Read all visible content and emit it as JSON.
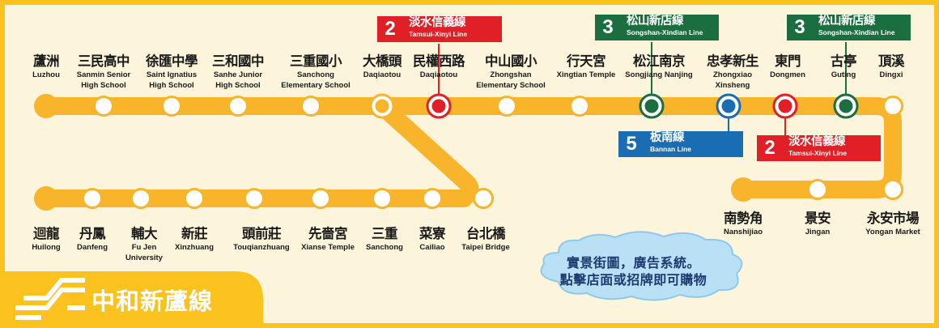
{
  "line_name": "中和新蘆線",
  "notice": {
    "line1": "實景街圖，廣告系統。",
    "line2": "點擊店面或招牌即可購物"
  },
  "colors": {
    "line": "#f8b52b",
    "line_bright": "#fcc21f",
    "background": "#fdf4dc",
    "tamsui_xinyi": "#e01f26",
    "songshan_xindian": "#1b6e3f",
    "bannan": "#1a6db3",
    "notice_text": "#1d3a70",
    "cloud": "#b9e0f5"
  },
  "transfer_lines": [
    {
      "num": "2",
      "zh": "淡水信義線",
      "en": "Tamsui-Xinyi Line",
      "color": "red"
    },
    {
      "num": "3",
      "zh": "松山新店線",
      "en": "Songshan-Xindian Line",
      "color": "green"
    },
    {
      "num": "3",
      "zh": "松山新店線",
      "en": "Songshan-Xindian Line",
      "color": "green"
    },
    {
      "num": "5",
      "zh": "板南線",
      "en": "Bannan Line",
      "color": "blue"
    },
    {
      "num": "2",
      "zh": "淡水信義線",
      "en": "Tamsui-Xinyi Line",
      "color": "red"
    }
  ],
  "stations": [
    {
      "id": "luzhou",
      "zh": "蘆洲",
      "en": [
        "Luzhou"
      ],
      "marker": "terminal"
    },
    {
      "id": "sanmin-senior-high",
      "zh": "三民高中",
      "en": [
        "Sanmin Senior",
        "High School"
      ],
      "marker": "normal"
    },
    {
      "id": "st-ignatius",
      "zh": "徐匯中學",
      "en": [
        "Saint Ignatius",
        "High School"
      ],
      "marker": "normal"
    },
    {
      "id": "sanhe-junior-high",
      "zh": "三和國中",
      "en": [
        "Sanhe Junior",
        "High School"
      ],
      "marker": "normal"
    },
    {
      "id": "sanchong-elementary",
      "zh": "三重國小",
      "en": [
        "Sanchong",
        "Elementary School"
      ],
      "marker": "normal"
    },
    {
      "id": "daqiaotou",
      "zh": "大橋頭",
      "en": [
        "Daqiaotou"
      ],
      "marker": "junction"
    },
    {
      "id": "minquan-w-rd",
      "zh": "民權西路",
      "en": [
        "Daqiaotou"
      ],
      "marker": "tamsui-xinyi"
    },
    {
      "id": "zhongshan-elementary",
      "zh": "中山國小",
      "en": [
        "Zhongshan",
        "Elementary School"
      ],
      "marker": "normal"
    },
    {
      "id": "xingtian-temple",
      "zh": "行天宮",
      "en": [
        "Xingtian Temple"
      ],
      "marker": "normal"
    },
    {
      "id": "songjiang-nanjing",
      "zh": "松江南京",
      "en": [
        "Songjiang Nanjing"
      ],
      "marker": "songshan-xindian"
    },
    {
      "id": "zhongxiao-xinsheng",
      "zh": "忠孝新生",
      "en": [
        "Zhongxiao",
        "Xinsheng"
      ],
      "marker": "bannan"
    },
    {
      "id": "dongmen",
      "zh": "東門",
      "en": [
        "Dongmen"
      ],
      "marker": "tamsui-xinyi"
    },
    {
      "id": "guting",
      "zh": "古亭",
      "en": [
        "Guting"
      ],
      "marker": "songshan-xindian"
    },
    {
      "id": "dingxi",
      "zh": "頂溪",
      "en": [
        "Dingxi"
      ],
      "marker": "normal"
    },
    {
      "id": "yongan-market",
      "zh": "永安市場",
      "en": [
        "Yongan Market"
      ],
      "marker": "normal"
    },
    {
      "id": "jingan",
      "zh": "景安",
      "en": [
        "Jingan"
      ],
      "marker": "normal"
    },
    {
      "id": "nanshijiao",
      "zh": "南勢角",
      "en": [
        "Nanshijiao"
      ],
      "marker": "terminal"
    },
    {
      "id": "huilong",
      "zh": "迴龍",
      "en": [
        "Huilong"
      ],
      "marker": "terminal"
    },
    {
      "id": "danfeng",
      "zh": "丹鳳",
      "en": [
        "Danfeng"
      ],
      "marker": "normal"
    },
    {
      "id": "fu-jen-university",
      "zh": "輔大",
      "en": [
        "Fu Jen",
        "University"
      ],
      "marker": "normal"
    },
    {
      "id": "xinzhuang",
      "zh": "新莊",
      "en": [
        "Xinzhuang"
      ],
      "marker": "normal"
    },
    {
      "id": "touqianzhuang",
      "zh": "頭前莊",
      "en": [
        "Touqianzhuang"
      ],
      "marker": "normal"
    },
    {
      "id": "xianse-temple",
      "zh": "先嗇宮",
      "en": [
        "Xianse Temple"
      ],
      "marker": "normal"
    },
    {
      "id": "sanchong",
      "zh": "三重",
      "en": [
        "Sanchong"
      ],
      "marker": "normal"
    },
    {
      "id": "cailiao",
      "zh": "菜寮",
      "en": [
        "Cailiao"
      ],
      "marker": "normal"
    },
    {
      "id": "taipei-bridge",
      "zh": "台北橋",
      "en": [
        "Taipei Bridge"
      ],
      "marker": "normal"
    }
  ]
}
